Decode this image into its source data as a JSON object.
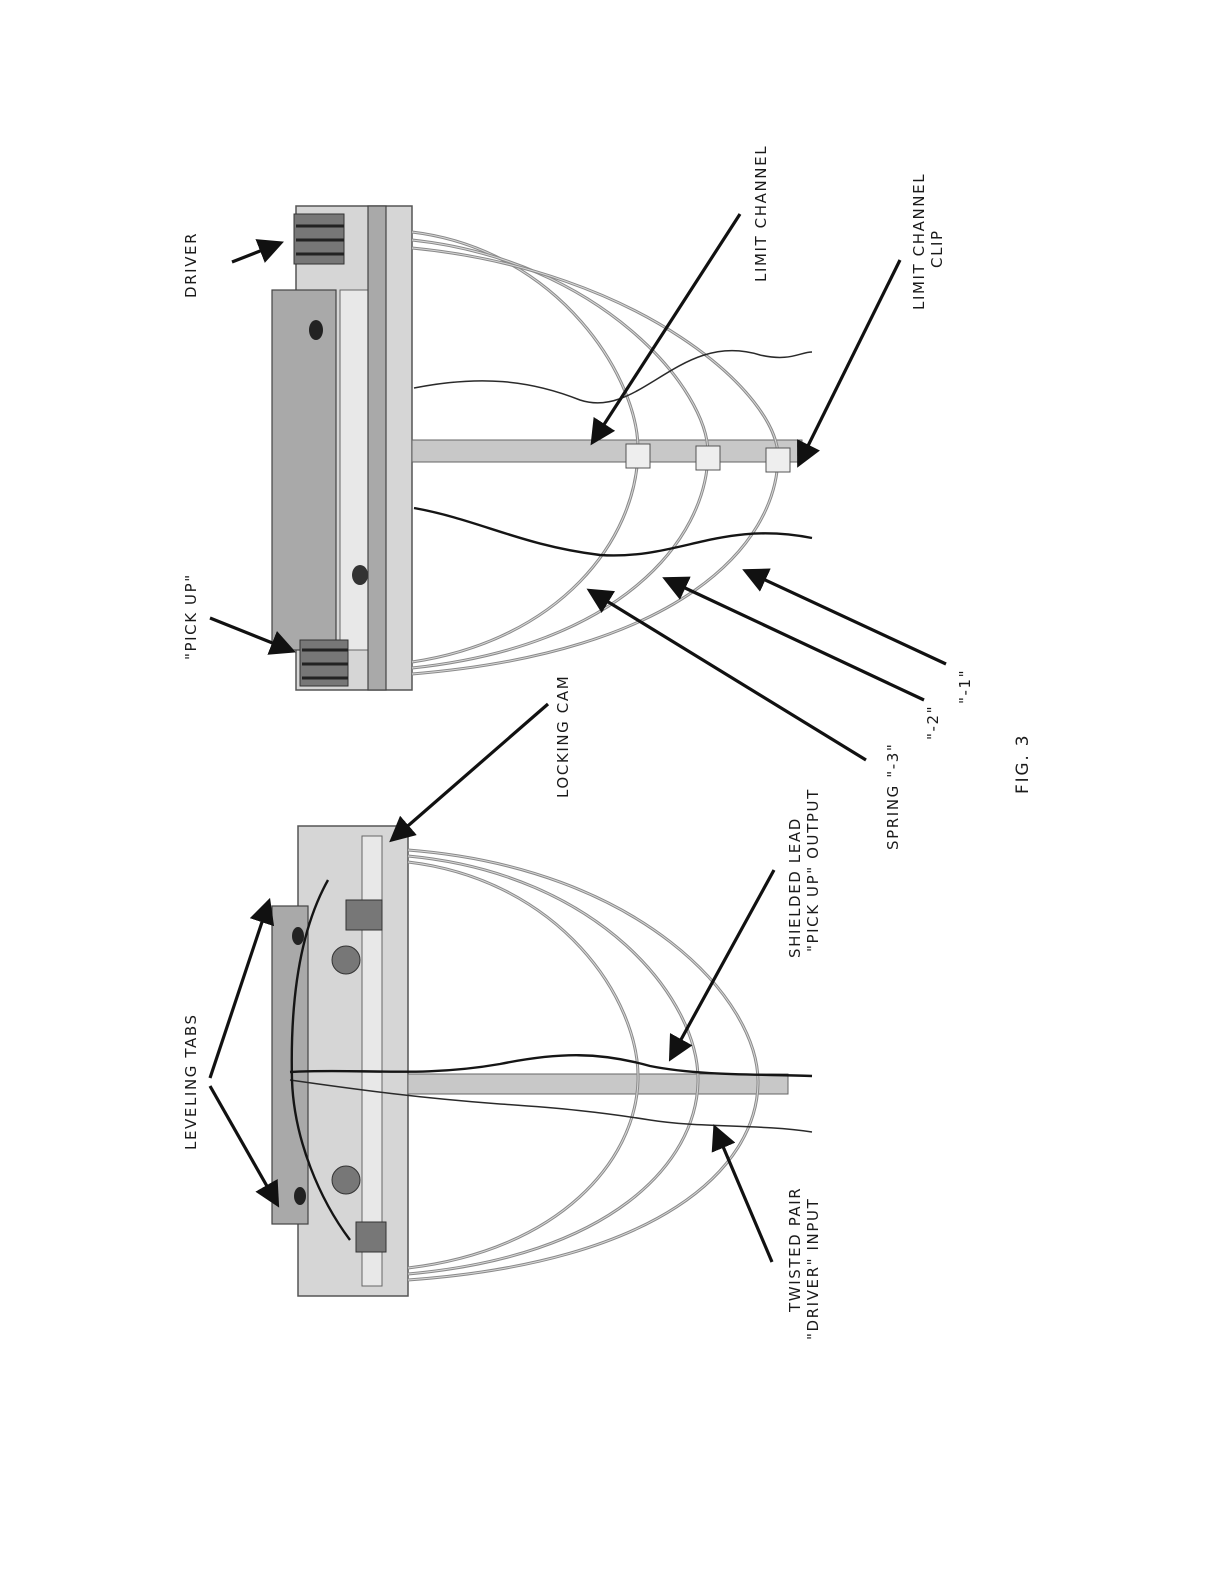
{
  "figure_caption": "FIG. 3",
  "labels": {
    "driver": "DRIVER",
    "pick_up": "\"PICK UP\"",
    "limit_channel": "LIMIT CHANNEL",
    "limit_channel_clip_line1": "LIMIT CHANNEL",
    "limit_channel_clip_line2": "CLIP",
    "locking_cam": "LOCKING CAM",
    "spring_3": "SPRING \"-3\"",
    "spring_2": "\"-2\"",
    "spring_1": "\"-1\"",
    "leveling_tabs": "LEVELING TABS",
    "shielded_lead_line1": "SHIELDED LEAD",
    "shielded_lead_line2": "\"PICK UP\" OUTPUT",
    "twisted_pair_line1": "TWISTED PAIR",
    "twisted_pair_line2": "\"DRIVER\" INPUT"
  }
}
